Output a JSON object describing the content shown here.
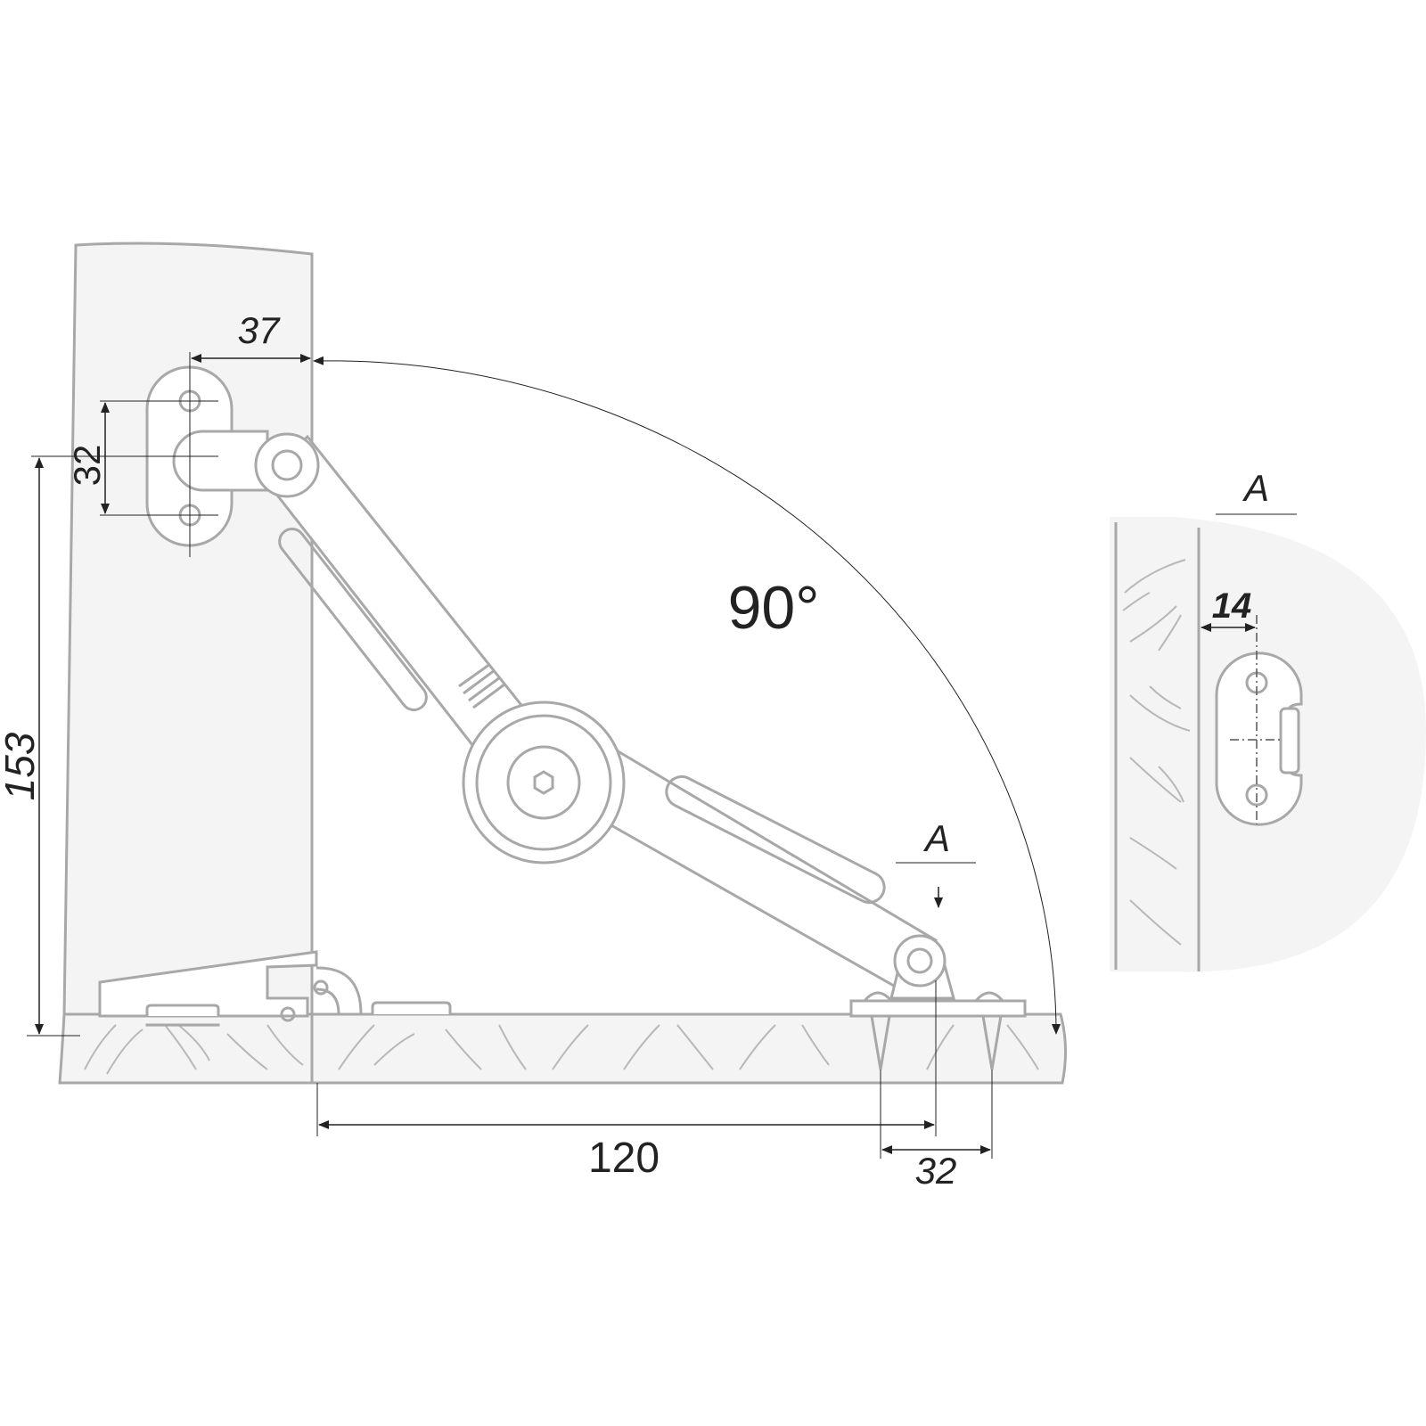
{
  "dimensions": {
    "hinge_offset": "37",
    "mount_hole_spacing": "32",
    "height": "153",
    "opening_angle": "90°",
    "view_marker": "A",
    "base_distance": "120",
    "base_hole_spacing": "32"
  },
  "detail_view": {
    "title": "A",
    "edge_offset": "14"
  },
  "colors": {
    "line": "#a8a8a8",
    "fill": "#f4f4f4",
    "dimension": "#222222"
  }
}
